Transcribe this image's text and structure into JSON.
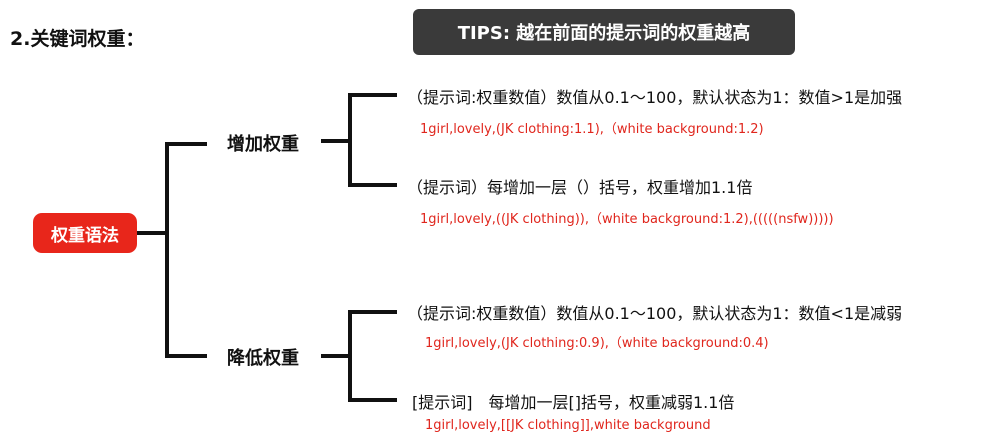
{
  "heading": "2.关键词权重：",
  "tips": "TIPS: 越在前面的提示词的权重越高",
  "root": "权重语法",
  "branches": [
    {
      "label": "增加权重",
      "leaves": [
        {
          "text": "（提示词:权重数值）数值从0.1～100，默认状态为1：数值>1是加强",
          "example": "1girl,lovely,(JK clothing:1.1),（white background:1.2)"
        },
        {
          "text": "（提示词）每增加一层（）括号，权重增加1.1倍",
          "example": "1girl,lovely,((JK clothing)),（white background:1.2),(((((nsfw)))))"
        }
      ]
    },
    {
      "label": "降低权重",
      "leaves": [
        {
          "text": "（提示词:权重数值）数值从0.1～100，默认状态为1：数值<1是减弱",
          "example": "1girl,lovely,(JK clothing:0.9),（white background:0.4)"
        },
        {
          "text": "[提示词]　每增加一层[]括号，权重减弱1.1倍",
          "example": "1girl,lovely,[[JK clothing]],white background"
        }
      ]
    }
  ],
  "colors": {
    "root_bg": "#e8261b",
    "tips_bg": "#3a3a3a",
    "example_text": "#e0261d",
    "lines": "#111111"
  }
}
